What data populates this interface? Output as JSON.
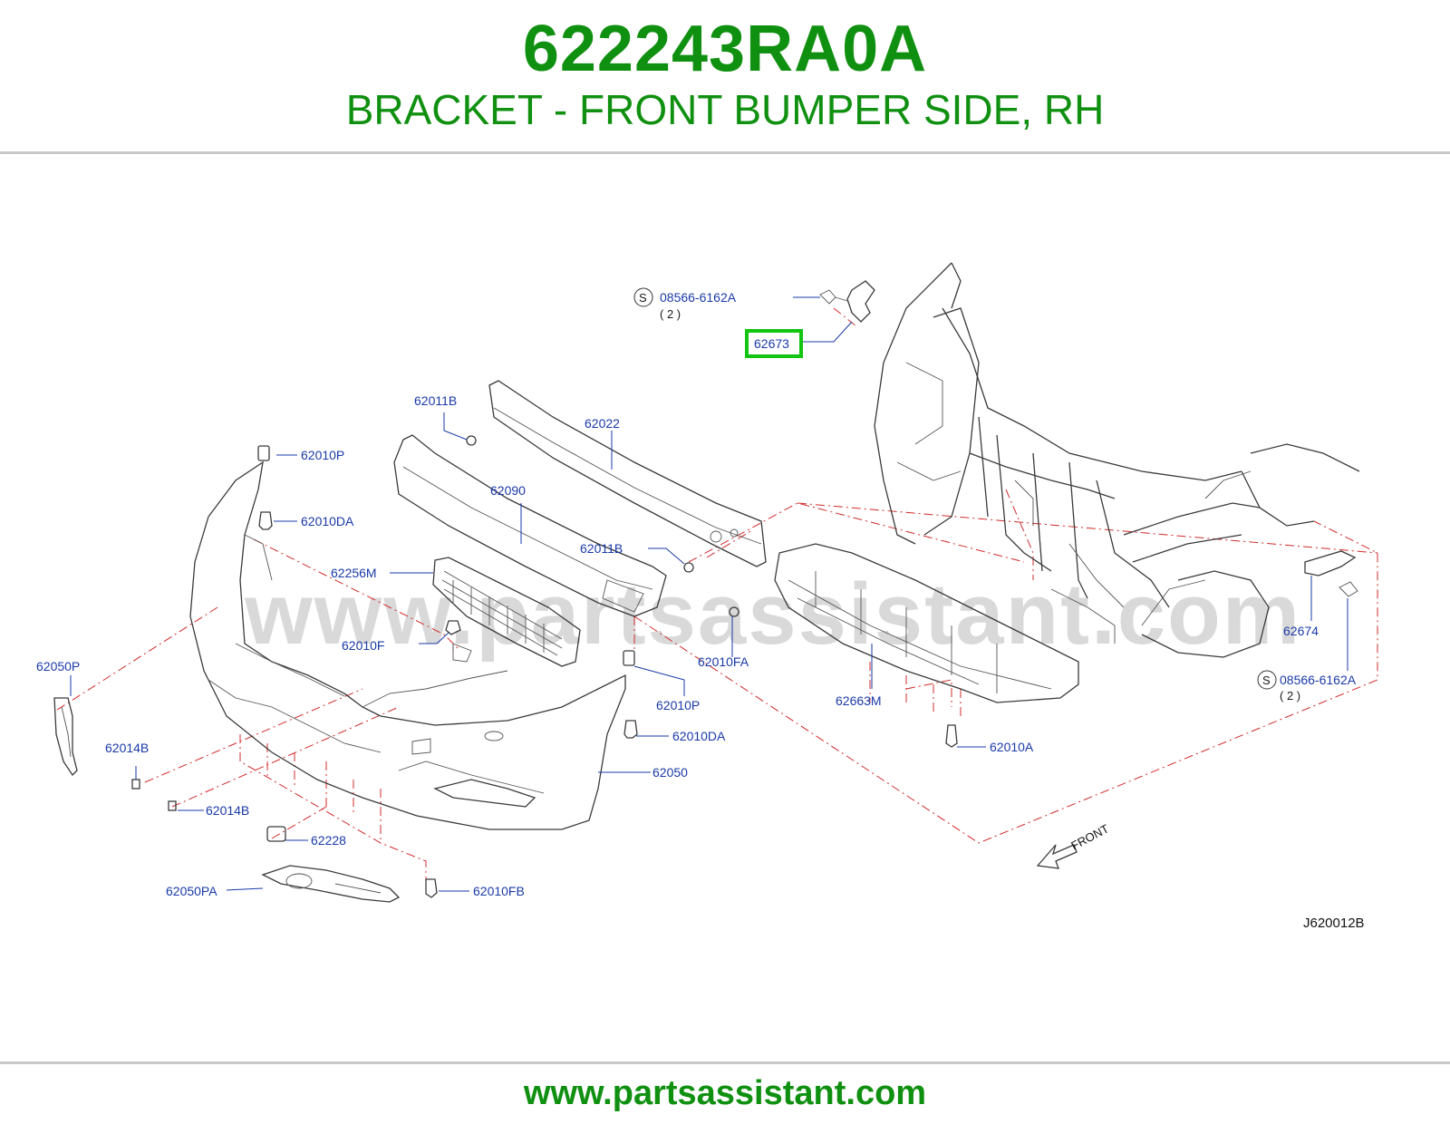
{
  "header": {
    "part_number": "622243RA0A",
    "part_description": "BRACKET - FRONT BUMPER SIDE, RH"
  },
  "footer": {
    "url": "www.partsassistant.com"
  },
  "watermark": {
    "text": "www.partsassistant.com"
  },
  "colors": {
    "brand_green": "#109010",
    "label_blue": "#1a3aa8",
    "highlight_green": "#11c511",
    "centerline_red": "#d12b2b"
  },
  "diagram": {
    "reference_code": "J620012B",
    "front_marker": "FRONT",
    "highlighted_part": "62673",
    "callouts": {
      "c62673": "62673",
      "c08566_top": "08566-6162A",
      "c08566_top_qty": "( 2 )",
      "c08566_right": "08566-6162A",
      "c08566_right_qty": "( 2 )",
      "std_symbol": "S",
      "c62011B_top": "62011B",
      "c62022": "62022",
      "c62010P_top": "62010P",
      "c62090": "62090",
      "c62010DA_top": "62010DA",
      "c62011B_mid": "62011B",
      "c62256M": "62256M",
      "c62010F": "62010F",
      "c62010FA": "62010FA",
      "c62050P": "62050P",
      "c62010P_mid": "62010P",
      "c62010DA_mid": "62010DA",
      "c62014B_1": "62014B",
      "c62050": "62050",
      "c62014B_2": "62014B",
      "c62228": "62228",
      "c62050PA": "62050PA",
      "c62010FB": "62010FB",
      "c62674": "62674",
      "c62663M": "62663M",
      "c62010A": "62010A"
    }
  }
}
